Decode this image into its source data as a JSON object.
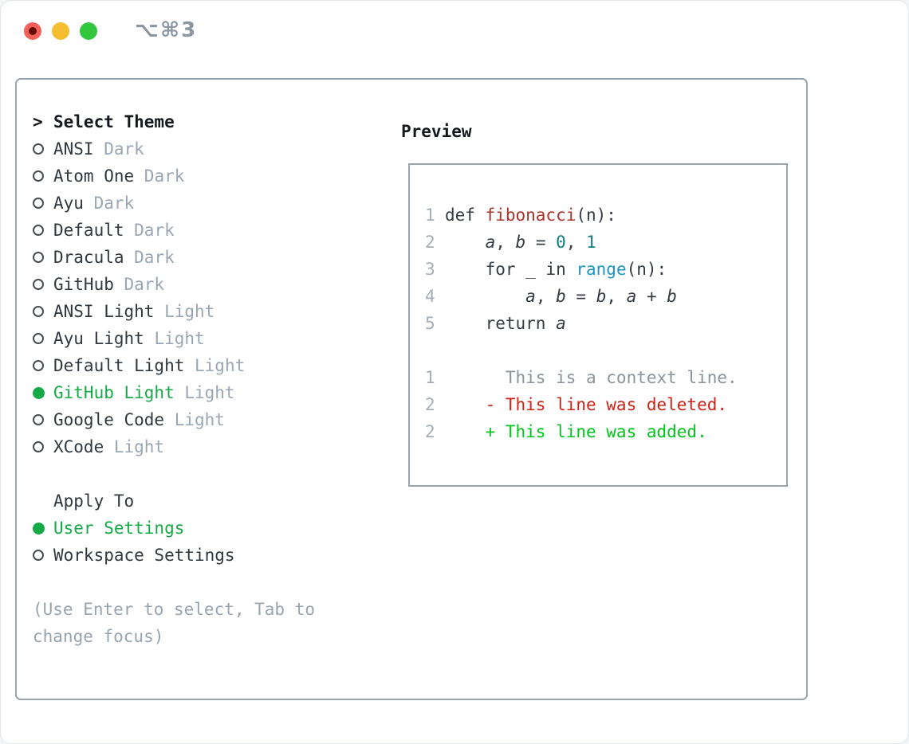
{
  "window": {
    "title": "⌥⌘3"
  },
  "traffic_lights": {
    "close_color": "#f2605a",
    "close_dot_color": "#650b03",
    "minimize_color": "#f5bd30",
    "maximize_color": "#32c73f",
    "title_color": "#8c96a0"
  },
  "theme_list": {
    "prompt": ">",
    "header": "Select Theme",
    "items": [
      {
        "name": "ANSI",
        "tag": "Dark",
        "selected": false
      },
      {
        "name": "Atom One",
        "tag": "Dark",
        "selected": false
      },
      {
        "name": "Ayu",
        "tag": "Dark",
        "selected": false
      },
      {
        "name": "Default",
        "tag": "Dark",
        "selected": false
      },
      {
        "name": "Dracula",
        "tag": "Dark",
        "selected": false
      },
      {
        "name": "GitHub",
        "tag": "Dark",
        "selected": false
      },
      {
        "name": "ANSI Light",
        "tag": "Light",
        "selected": false
      },
      {
        "name": "Ayu Light",
        "tag": "Light",
        "selected": false
      },
      {
        "name": "Default Light",
        "tag": "Light",
        "selected": false
      },
      {
        "name": "GitHub Light",
        "tag": "Light",
        "selected": true
      },
      {
        "name": "Google Code",
        "tag": "Light",
        "selected": false
      },
      {
        "name": "XCode",
        "tag": "Light",
        "selected": false
      }
    ]
  },
  "apply_to": {
    "header": "Apply To",
    "options": [
      {
        "label": "User Settings",
        "selected": true
      },
      {
        "label": "Workspace Settings",
        "selected": false
      }
    ]
  },
  "hint": {
    "text": "(Use Enter to select, Tab to change focus)"
  },
  "preview": {
    "label": "Preview",
    "code_lines": [
      {
        "num": "1",
        "tokens": [
          {
            "text": "def ",
            "color": "text"
          },
          {
            "text": "fibonacci",
            "color": "function"
          },
          {
            "text": "(n):",
            "color": "text"
          }
        ]
      },
      {
        "num": "2",
        "tokens": [
          {
            "text": "    ",
            "color": "text"
          },
          {
            "text": "a",
            "color": "variable"
          },
          {
            "text": ", ",
            "color": "text"
          },
          {
            "text": "b",
            "color": "variable"
          },
          {
            "text": " = ",
            "color": "text"
          },
          {
            "text": "0",
            "color": "number"
          },
          {
            "text": ", ",
            "color": "text"
          },
          {
            "text": "1",
            "color": "number"
          }
        ]
      },
      {
        "num": "3",
        "tokens": [
          {
            "text": "    for _ in ",
            "color": "text"
          },
          {
            "text": "range",
            "color": "builtin"
          },
          {
            "text": "(n):",
            "color": "text"
          }
        ]
      },
      {
        "num": "4",
        "tokens": [
          {
            "text": "        ",
            "color": "text"
          },
          {
            "text": "a",
            "color": "variable"
          },
          {
            "text": ", ",
            "color": "text"
          },
          {
            "text": "b",
            "color": "variable"
          },
          {
            "text": " = ",
            "color": "text"
          },
          {
            "text": "b",
            "color": "variable"
          },
          {
            "text": ", ",
            "color": "text"
          },
          {
            "text": "a",
            "color": "variable"
          },
          {
            "text": " + ",
            "color": "text"
          },
          {
            "text": "b",
            "color": "variable"
          }
        ]
      },
      {
        "num": "5",
        "tokens": [
          {
            "text": "    return ",
            "color": "text"
          },
          {
            "text": "a",
            "color": "variable"
          }
        ]
      }
    ],
    "diff_lines": [
      {
        "num": "1",
        "kind": "context",
        "text": "      This is a context line."
      },
      {
        "num": "2",
        "kind": "deleted",
        "text": "    - This line was deleted."
      },
      {
        "num": "2",
        "kind": "added",
        "text": "    + This line was added."
      }
    ]
  },
  "colors": {
    "text": "#343b43",
    "function": "#a5352b",
    "number": "#0d7e87",
    "builtin": "#1e95c6",
    "variable": "#343b43",
    "line_number": "#a3aeb9",
    "context": "#8b939b",
    "deleted": "#cd2317",
    "added": "#02c41c",
    "selected_green": "#16aa47",
    "item_name": "#30373e",
    "header_dark": "#14181c",
    "tag_gray": "#9aa6b3",
    "hint_gray": "#98a3b1",
    "panel_border": "#99a4b0"
  }
}
